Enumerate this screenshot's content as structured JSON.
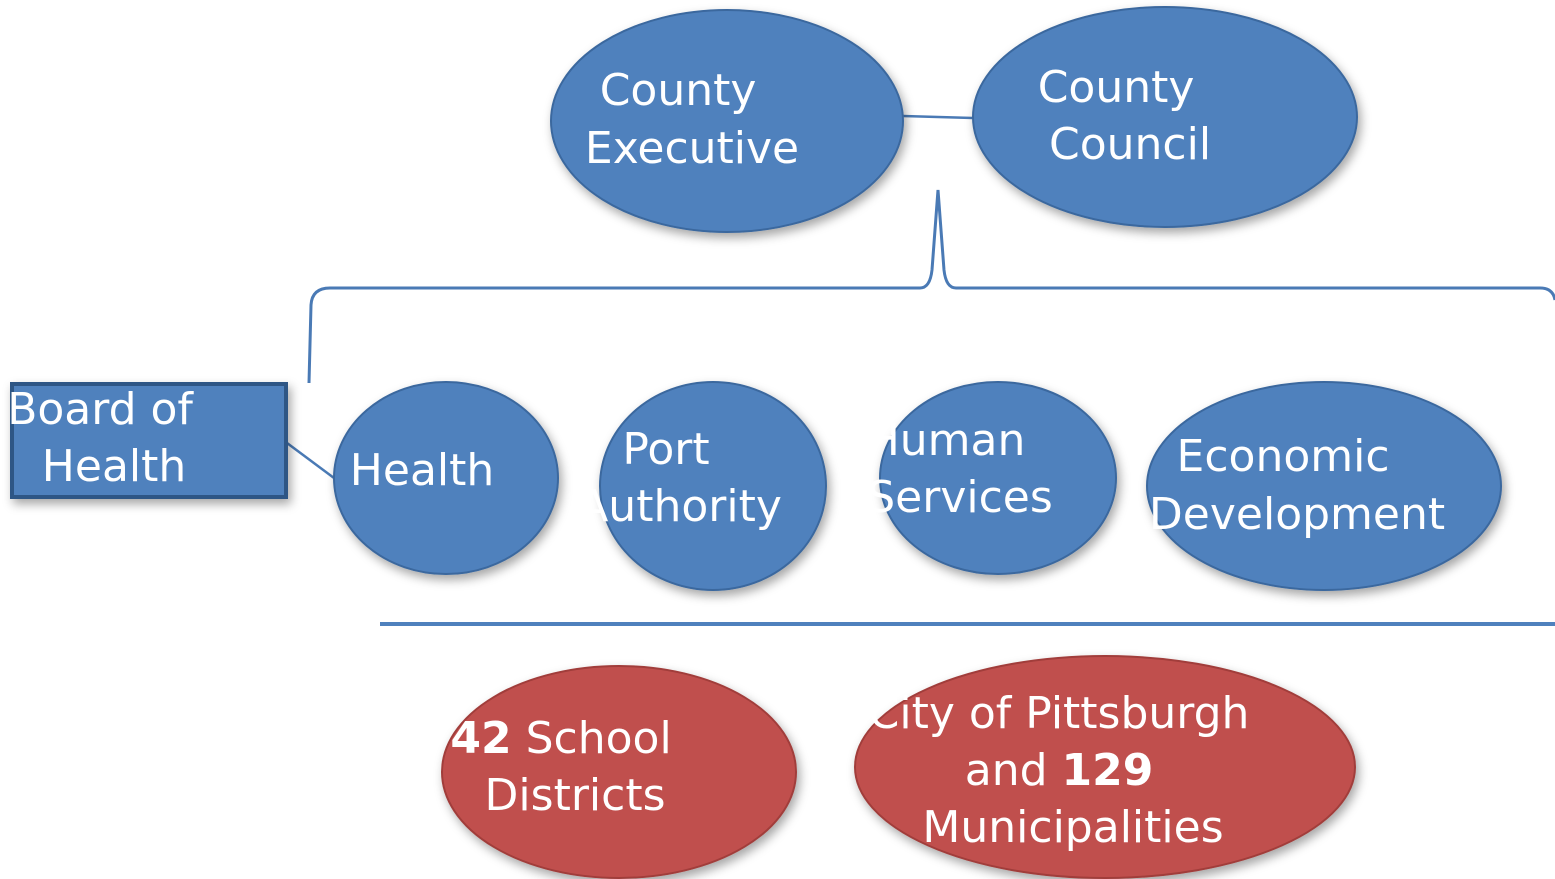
{
  "county_executive": {
    "line1": "County",
    "line2": "Executive"
  },
  "county_council": {
    "line1": "County",
    "line2": "Council"
  },
  "board_of_health": {
    "line1": "Board of",
    "line2": "Health"
  },
  "departments": {
    "health": {
      "label": "Health"
    },
    "port_authority": {
      "line1": "Port",
      "line2": "Authority"
    },
    "human_services": {
      "line1": "Human",
      "line2": "Services"
    },
    "economic_development": {
      "line1": "Economic",
      "line2": "Development"
    }
  },
  "school_districts": {
    "number": "42",
    "line1_rest": " School",
    "line2": "Districts"
  },
  "pittsburgh": {
    "line1": "City of Pittsburgh",
    "line2_pre": "and ",
    "number": "129",
    "line3": "Municipalities"
  },
  "colors": {
    "blue": "#4f81bd",
    "red": "#c0504d"
  }
}
